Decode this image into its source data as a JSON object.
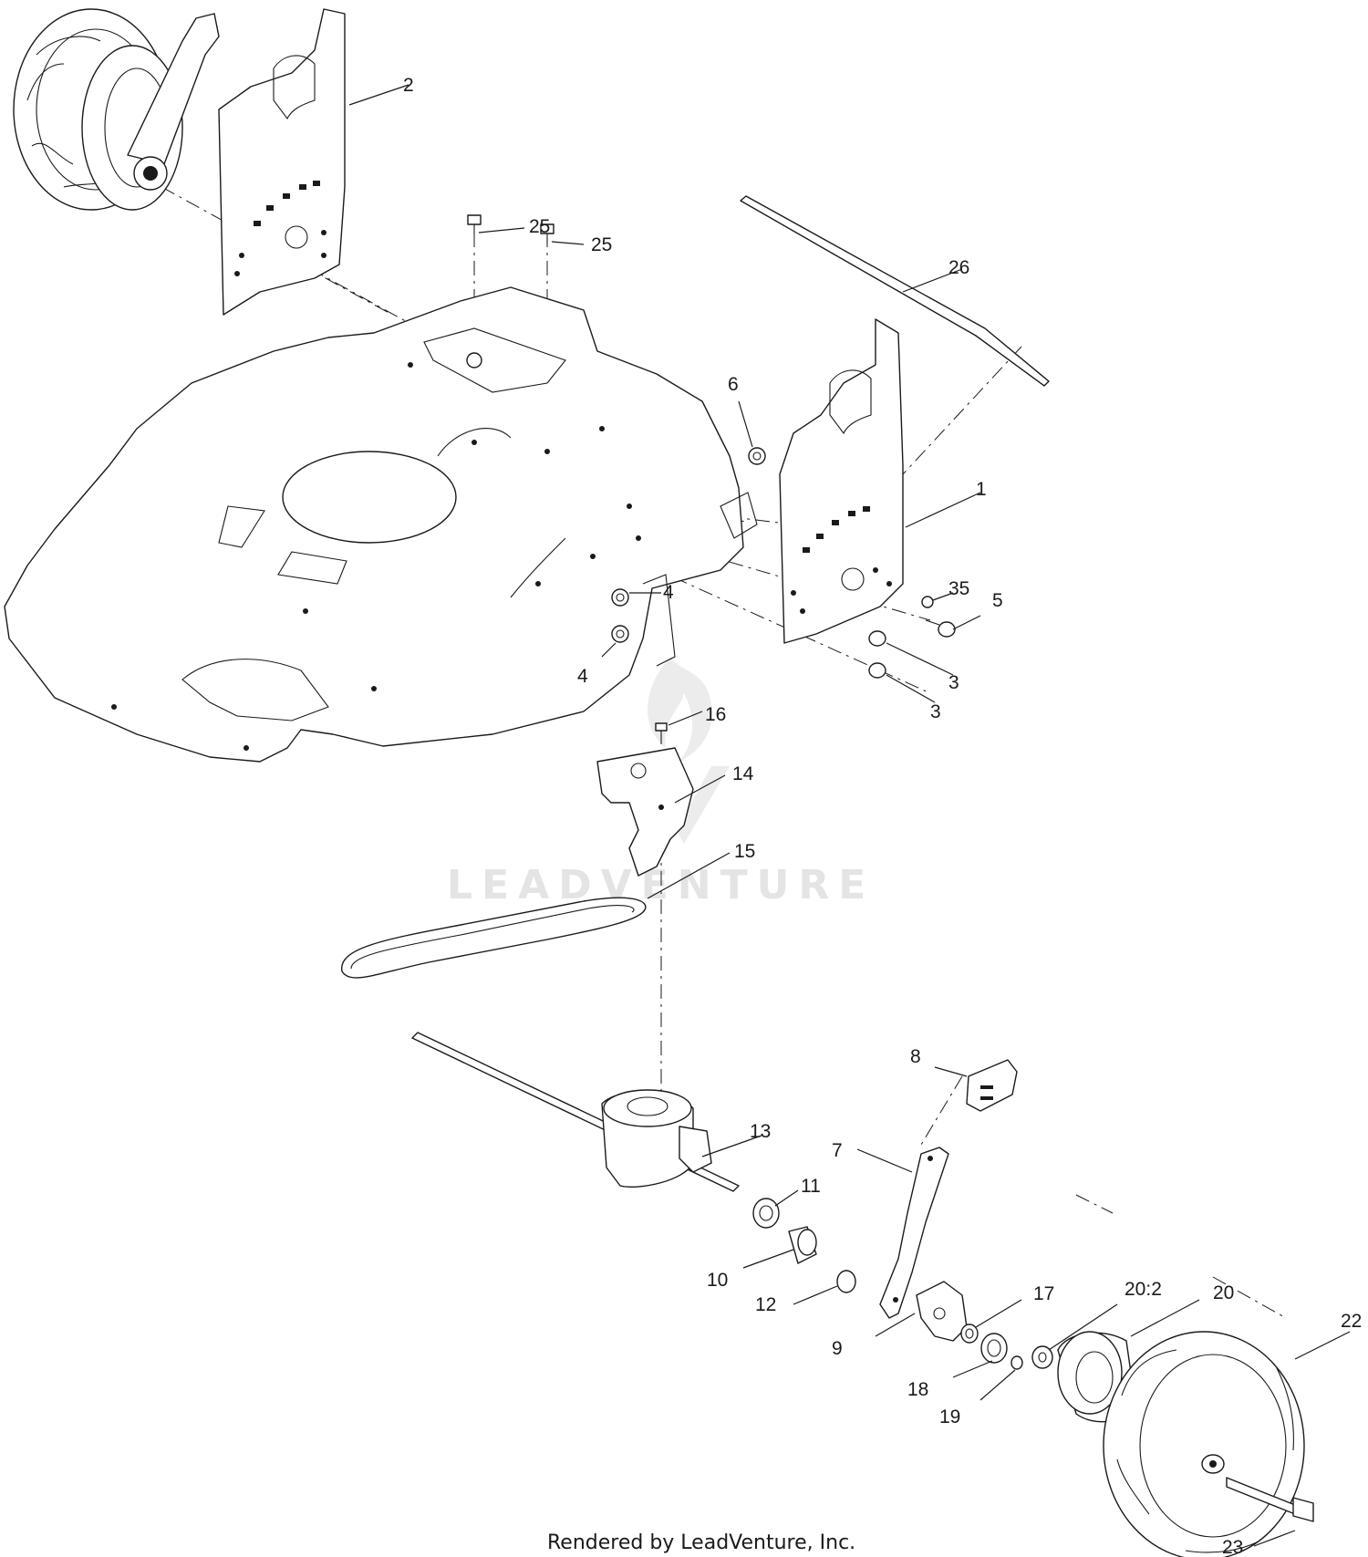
{
  "watermark": "LEADVENTURE",
  "credit": "Rendered by LeadVenture, Inc.",
  "callouts": {
    "c1": "1",
    "c2": "2",
    "c3a": "3",
    "c3b": "3",
    "c4a": "4",
    "c4b": "4",
    "c5": "5",
    "c6": "6",
    "c7": "7",
    "c8": "8",
    "c9": "9",
    "c10": "10",
    "c11": "11",
    "c12": "12",
    "c13": "13",
    "c14": "14",
    "c15": "15",
    "c16": "16",
    "c17": "17",
    "c18": "18",
    "c19": "19",
    "c20": "20",
    "c20b": "20:2",
    "c22": "22",
    "c23": "23",
    "c25a": "25",
    "c25b": "25",
    "c26": "26",
    "c35": "35"
  }
}
